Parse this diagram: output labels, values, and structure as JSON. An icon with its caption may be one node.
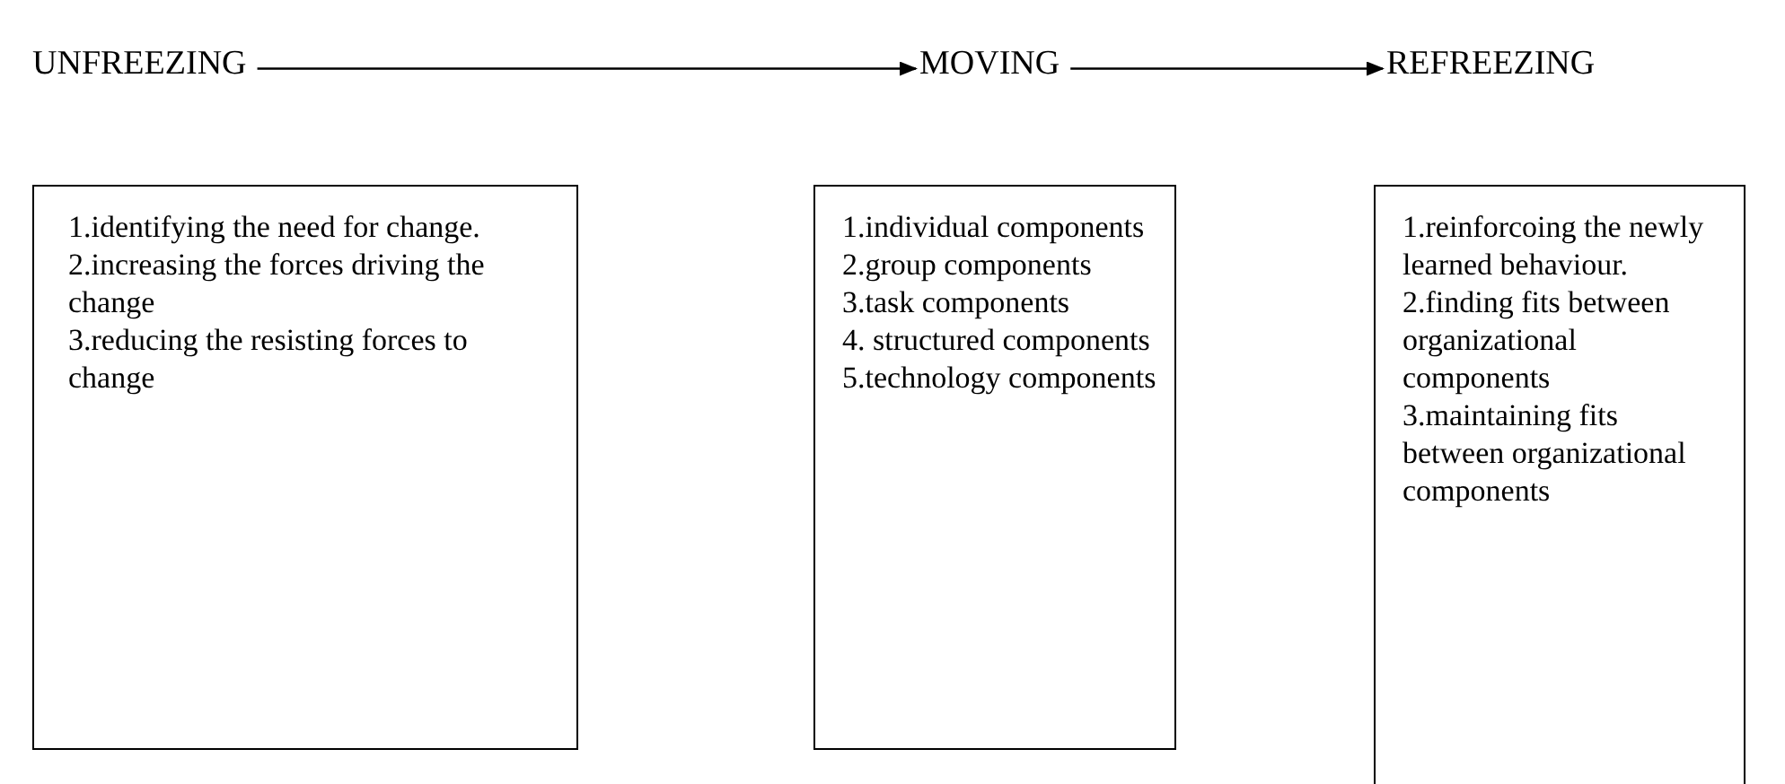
{
  "diagram": {
    "nodes": [
      {
        "text": [
          "UNFREEZING"
        ]
      },
      {
        "text": [
          "MOVING"
        ]
      },
      {
        "text": [
          "REFREEZING"
        ]
      },
      {
        "text": [
          "1.identifying the need for change.",
          "2.increasing the forces driving the change",
          "3.reducing the resisting forces to change"
        ]
      },
      {
        "text": [
          "1.individual components",
          "2.group components",
          "3.task components",
          "4. structured components",
          "5.technology components"
        ]
      },
      {
        "text": [
          "1.reinforcoing the newly learned behaviour.",
          "2.finding fits between organizational components",
          "3.maintaining fits between organizational components"
        ]
      }
    ],
    "edges": [
      {
        "from": 0,
        "to": 1,
        "arrow": "to"
      },
      {
        "from": 1,
        "to": 2,
        "arrow": "to"
      }
    ]
  }
}
